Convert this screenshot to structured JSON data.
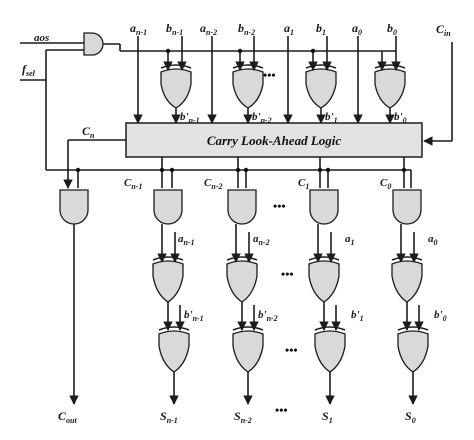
{
  "inputs": {
    "aos": "aos",
    "fsel": "f",
    "fsel_sub": "sel",
    "cin": "C",
    "cin_sub": "in"
  },
  "top_operands": [
    {
      "base": "a",
      "sub": "n-1"
    },
    {
      "base": "b",
      "sub": "n-1"
    },
    {
      "base": "a",
      "sub": "n-2"
    },
    {
      "base": "b",
      "sub": "n-2"
    },
    {
      "base": "a",
      "sub": "1"
    },
    {
      "base": "b",
      "sub": "1"
    },
    {
      "base": "a",
      "sub": "0"
    },
    {
      "base": "b",
      "sub": "0"
    }
  ],
  "bprime_upper": [
    {
      "base": "b'",
      "sub": "n-1"
    },
    {
      "base": "b'",
      "sub": "n-2"
    },
    {
      "base": "b'",
      "sub": "1"
    },
    {
      "base": "b'",
      "sub": "0"
    }
  ],
  "cla": {
    "title": "Carry Look-Ahead Logic"
  },
  "cn": {
    "base": "C",
    "sub": "n"
  },
  "carries": [
    {
      "base": "C",
      "sub": "n-1"
    },
    {
      "base": "C",
      "sub": "n-2"
    },
    {
      "base": "C",
      "sub": "1"
    },
    {
      "base": "C",
      "sub": "0"
    }
  ],
  "mid_a": [
    {
      "base": "a",
      "sub": "n-1"
    },
    {
      "base": "a",
      "sub": "n-2"
    },
    {
      "base": "a",
      "sub": "1"
    },
    {
      "base": "a",
      "sub": "0"
    }
  ],
  "bprime_lower": [
    {
      "base": "b'",
      "sub": "n-1"
    },
    {
      "base": "b'",
      "sub": "n-2"
    },
    {
      "base": "b'",
      "sub": "1"
    },
    {
      "base": "b'",
      "sub": "0"
    }
  ],
  "cout": {
    "base": "C",
    "sub": "out"
  },
  "sums": [
    {
      "base": "S",
      "sub": "n-1"
    },
    {
      "base": "S",
      "sub": "n-2"
    },
    {
      "base": "S",
      "sub": "1"
    },
    {
      "base": "S",
      "sub": "0"
    }
  ],
  "ellipsis": "•••"
}
